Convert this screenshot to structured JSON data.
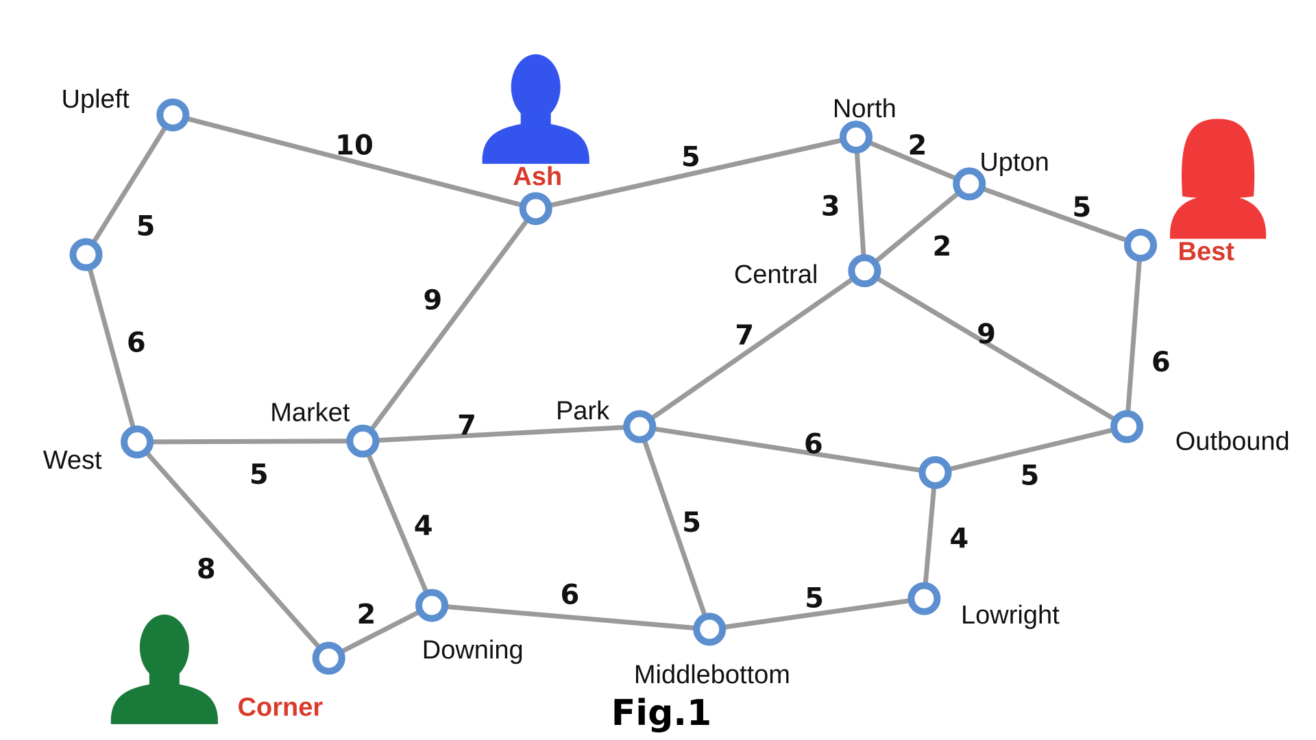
{
  "caption": "Fig.1",
  "nodes": [
    {
      "id": "upleft",
      "label": "Upleft"
    },
    {
      "id": "left",
      "label": ""
    },
    {
      "id": "west",
      "label": "West"
    },
    {
      "id": "corner",
      "label": ""
    },
    {
      "id": "market",
      "label": "Market"
    },
    {
      "id": "downing",
      "label": "Downing"
    },
    {
      "id": "ash",
      "label": ""
    },
    {
      "id": "park",
      "label": "Park"
    },
    {
      "id": "middlebottom",
      "label": "Middlebottom"
    },
    {
      "id": "north",
      "label": "North"
    },
    {
      "id": "central",
      "label": "Central"
    },
    {
      "id": "upton",
      "label": "Upton"
    },
    {
      "id": "best",
      "label": ""
    },
    {
      "id": "outbound",
      "label": "Outbound"
    },
    {
      "id": "mid_right",
      "label": ""
    },
    {
      "id": "lowright",
      "label": "Lowright"
    }
  ],
  "edges": [
    {
      "from": "upleft",
      "to": "ash",
      "weight": "10"
    },
    {
      "from": "upleft",
      "to": "left",
      "weight": "5"
    },
    {
      "from": "left",
      "to": "west",
      "weight": "6"
    },
    {
      "from": "west",
      "to": "market",
      "weight": "5"
    },
    {
      "from": "west",
      "to": "corner",
      "weight": "8"
    },
    {
      "from": "corner",
      "to": "downing",
      "weight": "2"
    },
    {
      "from": "market",
      "to": "downing",
      "weight": "4"
    },
    {
      "from": "market",
      "to": "ash",
      "weight": "9"
    },
    {
      "from": "market",
      "to": "park",
      "weight": "7"
    },
    {
      "from": "ash",
      "to": "north",
      "weight": "5"
    },
    {
      "from": "downing",
      "to": "middlebottom",
      "weight": "6"
    },
    {
      "from": "park",
      "to": "middlebottom",
      "weight": "5"
    },
    {
      "from": "park",
      "to": "central",
      "weight": "7"
    },
    {
      "from": "park",
      "to": "mid_right",
      "weight": "6"
    },
    {
      "from": "middlebottom",
      "to": "lowright",
      "weight": "5"
    },
    {
      "from": "north",
      "to": "upton",
      "weight": "2"
    },
    {
      "from": "north",
      "to": "central",
      "weight": "3"
    },
    {
      "from": "central",
      "to": "upton",
      "weight": "2"
    },
    {
      "from": "central",
      "to": "outbound",
      "weight": "9"
    },
    {
      "from": "upton",
      "to": "best",
      "weight": "5"
    },
    {
      "from": "best",
      "to": "outbound",
      "weight": "6"
    },
    {
      "from": "mid_right",
      "to": "outbound",
      "weight": "5"
    },
    {
      "from": "mid_right",
      "to": "lowright",
      "weight": "4"
    }
  ],
  "people": [
    {
      "id": "ash",
      "label": "Ash",
      "color": "#3355ee",
      "label_color": "#d93a2b",
      "figure": "male"
    },
    {
      "id": "best",
      "label": "Best",
      "color": "#f03a3a",
      "label_color": "#d93a2b",
      "figure": "female"
    },
    {
      "id": "corner",
      "label": "Corner",
      "color": "#1a7a3a",
      "label_color": "#d93a2b",
      "figure": "male"
    }
  ],
  "colors": {
    "edge": "#9a9a9a",
    "node_ring": "#5b8fd0"
  }
}
